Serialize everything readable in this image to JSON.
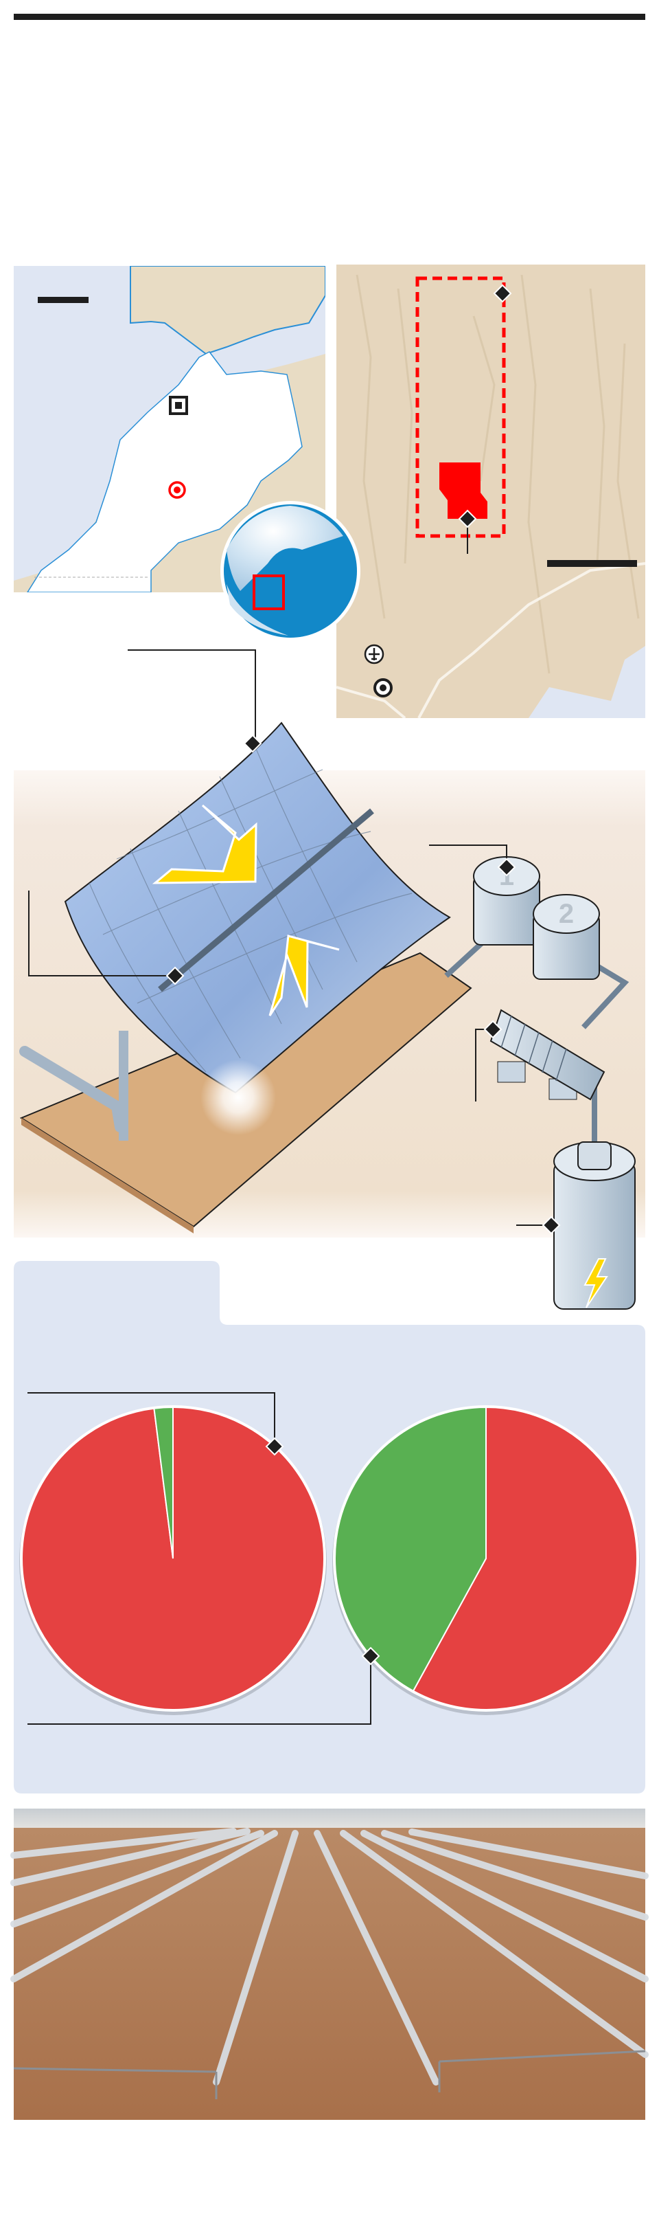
{
  "colors": {
    "rule": "#1e1e1e",
    "sea": "#dfe6f3",
    "land": "#e8dcc4",
    "country": "#ffffff",
    "accent_red": "#ff0000",
    "desert": "#e6d6bd",
    "diagram_bg": "#f0e2d0",
    "mirror": "#9fbbe3",
    "arrow": "#ffd800",
    "ground": "#d9ad7e",
    "tank": "#d4dee7",
    "panel_bg": "#dfe6f3",
    "pie_red": "#e54141",
    "pie_green": "#59b052"
  },
  "diagram": {
    "tanks": [
      {
        "label": "1"
      },
      {
        "label": "2"
      }
    ]
  },
  "chart_data": [
    {
      "type": "pie",
      "title": "",
      "slices": [
        {
          "name": "red",
          "value": 98,
          "color": "#e54141"
        },
        {
          "name": "green",
          "value": 2,
          "color": "#59b052"
        }
      ]
    },
    {
      "type": "pie",
      "title": "",
      "slices": [
        {
          "name": "red",
          "value": 58,
          "color": "#e54141"
        },
        {
          "name": "green",
          "value": 42,
          "color": "#59b052"
        }
      ]
    }
  ]
}
